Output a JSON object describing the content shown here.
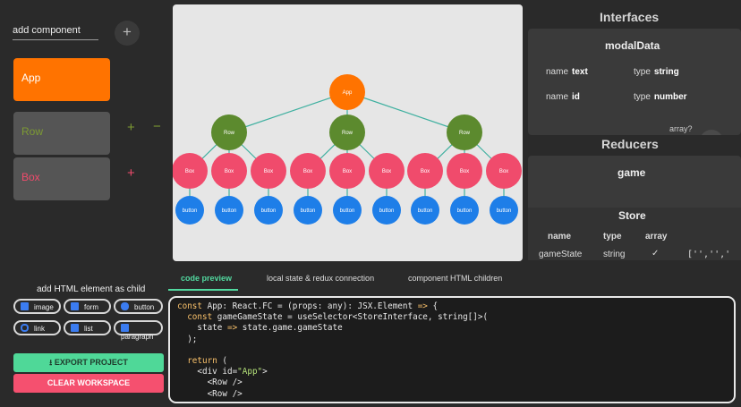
{
  "left": {
    "add_component_placeholder": "add component",
    "plus": "+",
    "components": [
      {
        "label": "App"
      },
      {
        "label": "Row"
      },
      {
        "label": "Box"
      }
    ],
    "row_plus": "+",
    "row_minus": "−",
    "box_plus": "+"
  },
  "tree": {
    "root": "App",
    "rows": [
      "Row",
      "Row",
      "Row"
    ],
    "box_label": "Box",
    "button_label": "button"
  },
  "interfaces": {
    "title": "Interfaces",
    "card_title": "modalData",
    "fields": [
      {
        "name_label": "name",
        "name": "text",
        "type_label": "type",
        "type": "string"
      },
      {
        "name_label": "name",
        "name": "id",
        "type_label": "type",
        "type": "number"
      }
    ],
    "array_label": "array?"
  },
  "reducers": {
    "title": "Reducers",
    "card_title": "game",
    "store_title": "Store",
    "headers": [
      "name",
      "type",
      "array"
    ],
    "row": {
      "name": "gameState",
      "type": "string",
      "array": "✓",
      "value": "['','','"
    }
  },
  "tabs": [
    "code preview",
    "local state & redux connection",
    "component HTML children"
  ],
  "code_lines": [
    "const App: React.FC = (props: any): JSX.Element => {",
    "  const gameGameState = useSelector<StoreInterface, string[]>(",
    "    state => state.game.gameState",
    "  );",
    "",
    "  return (",
    "    <div id=\"App\">",
    "      <Row />",
    "      <Row />"
  ],
  "html_elements": {
    "title": "add HTML element as child",
    "items": [
      "image",
      "form",
      "button",
      "link",
      "list",
      "paragraph"
    ]
  },
  "buttons": {
    "export": "EXPORT PROJECT",
    "clear": "CLEAR WORKSPACE"
  },
  "colors": {
    "app": "#ff7300",
    "row": "#5c8a2e",
    "box": "#f04b6c",
    "button": "#1e7ee8",
    "edge": "#3fb0a0",
    "accent": "#52d9a0"
  }
}
